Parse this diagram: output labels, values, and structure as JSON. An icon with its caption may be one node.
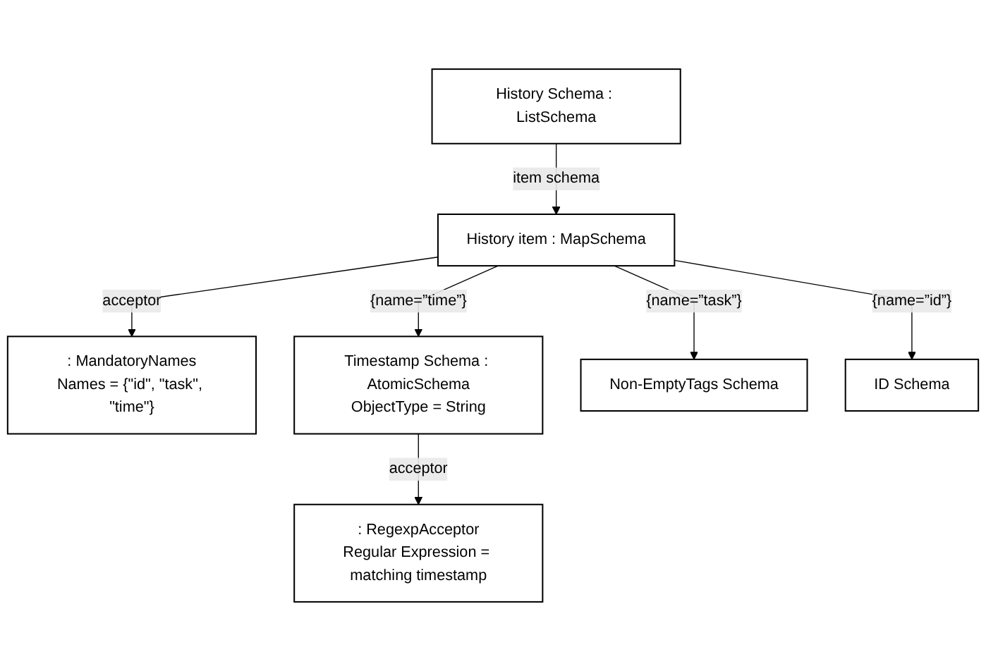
{
  "diagram": {
    "nodes": [
      {
        "text": [
          "History Schema : ListSchema"
        ]
      },
      {
        "text": [
          ": MandatoryNames",
          "Names = {\"id\", \"task\", \"time\"}"
        ]
      },
      {
        "text": [
          "History item : MapSchema"
        ]
      },
      {
        "text": [
          "Timestamp Schema : AtomicSchema",
          "ObjectType = String"
        ]
      },
      {
        "text": [
          "Non-EmptyTags Schema"
        ]
      },
      {
        "text": [
          "ID Schema"
        ]
      },
      {
        "text": [
          ": RegexpAcceptor",
          "Regular Expression = matching timestamp"
        ]
      }
    ],
    "edges": [
      {
        "from": 0,
        "to": 2,
        "arrow": "to",
        "label": "item schema"
      },
      {
        "from": 2,
        "to": 1,
        "arrow": "to",
        "label": "acceptor"
      },
      {
        "from": 2,
        "to": 5,
        "arrow": "to",
        "label": "{name=”id”}"
      },
      {
        "from": 2,
        "to": 4,
        "arrow": "to",
        "label": "{name=”task”}"
      },
      {
        "from": 2,
        "to": 3,
        "arrow": "to",
        "label": "{name=”time”}"
      },
      {
        "from": 3,
        "to": 6,
        "arrow": "to",
        "label": "acceptor"
      }
    ]
  }
}
